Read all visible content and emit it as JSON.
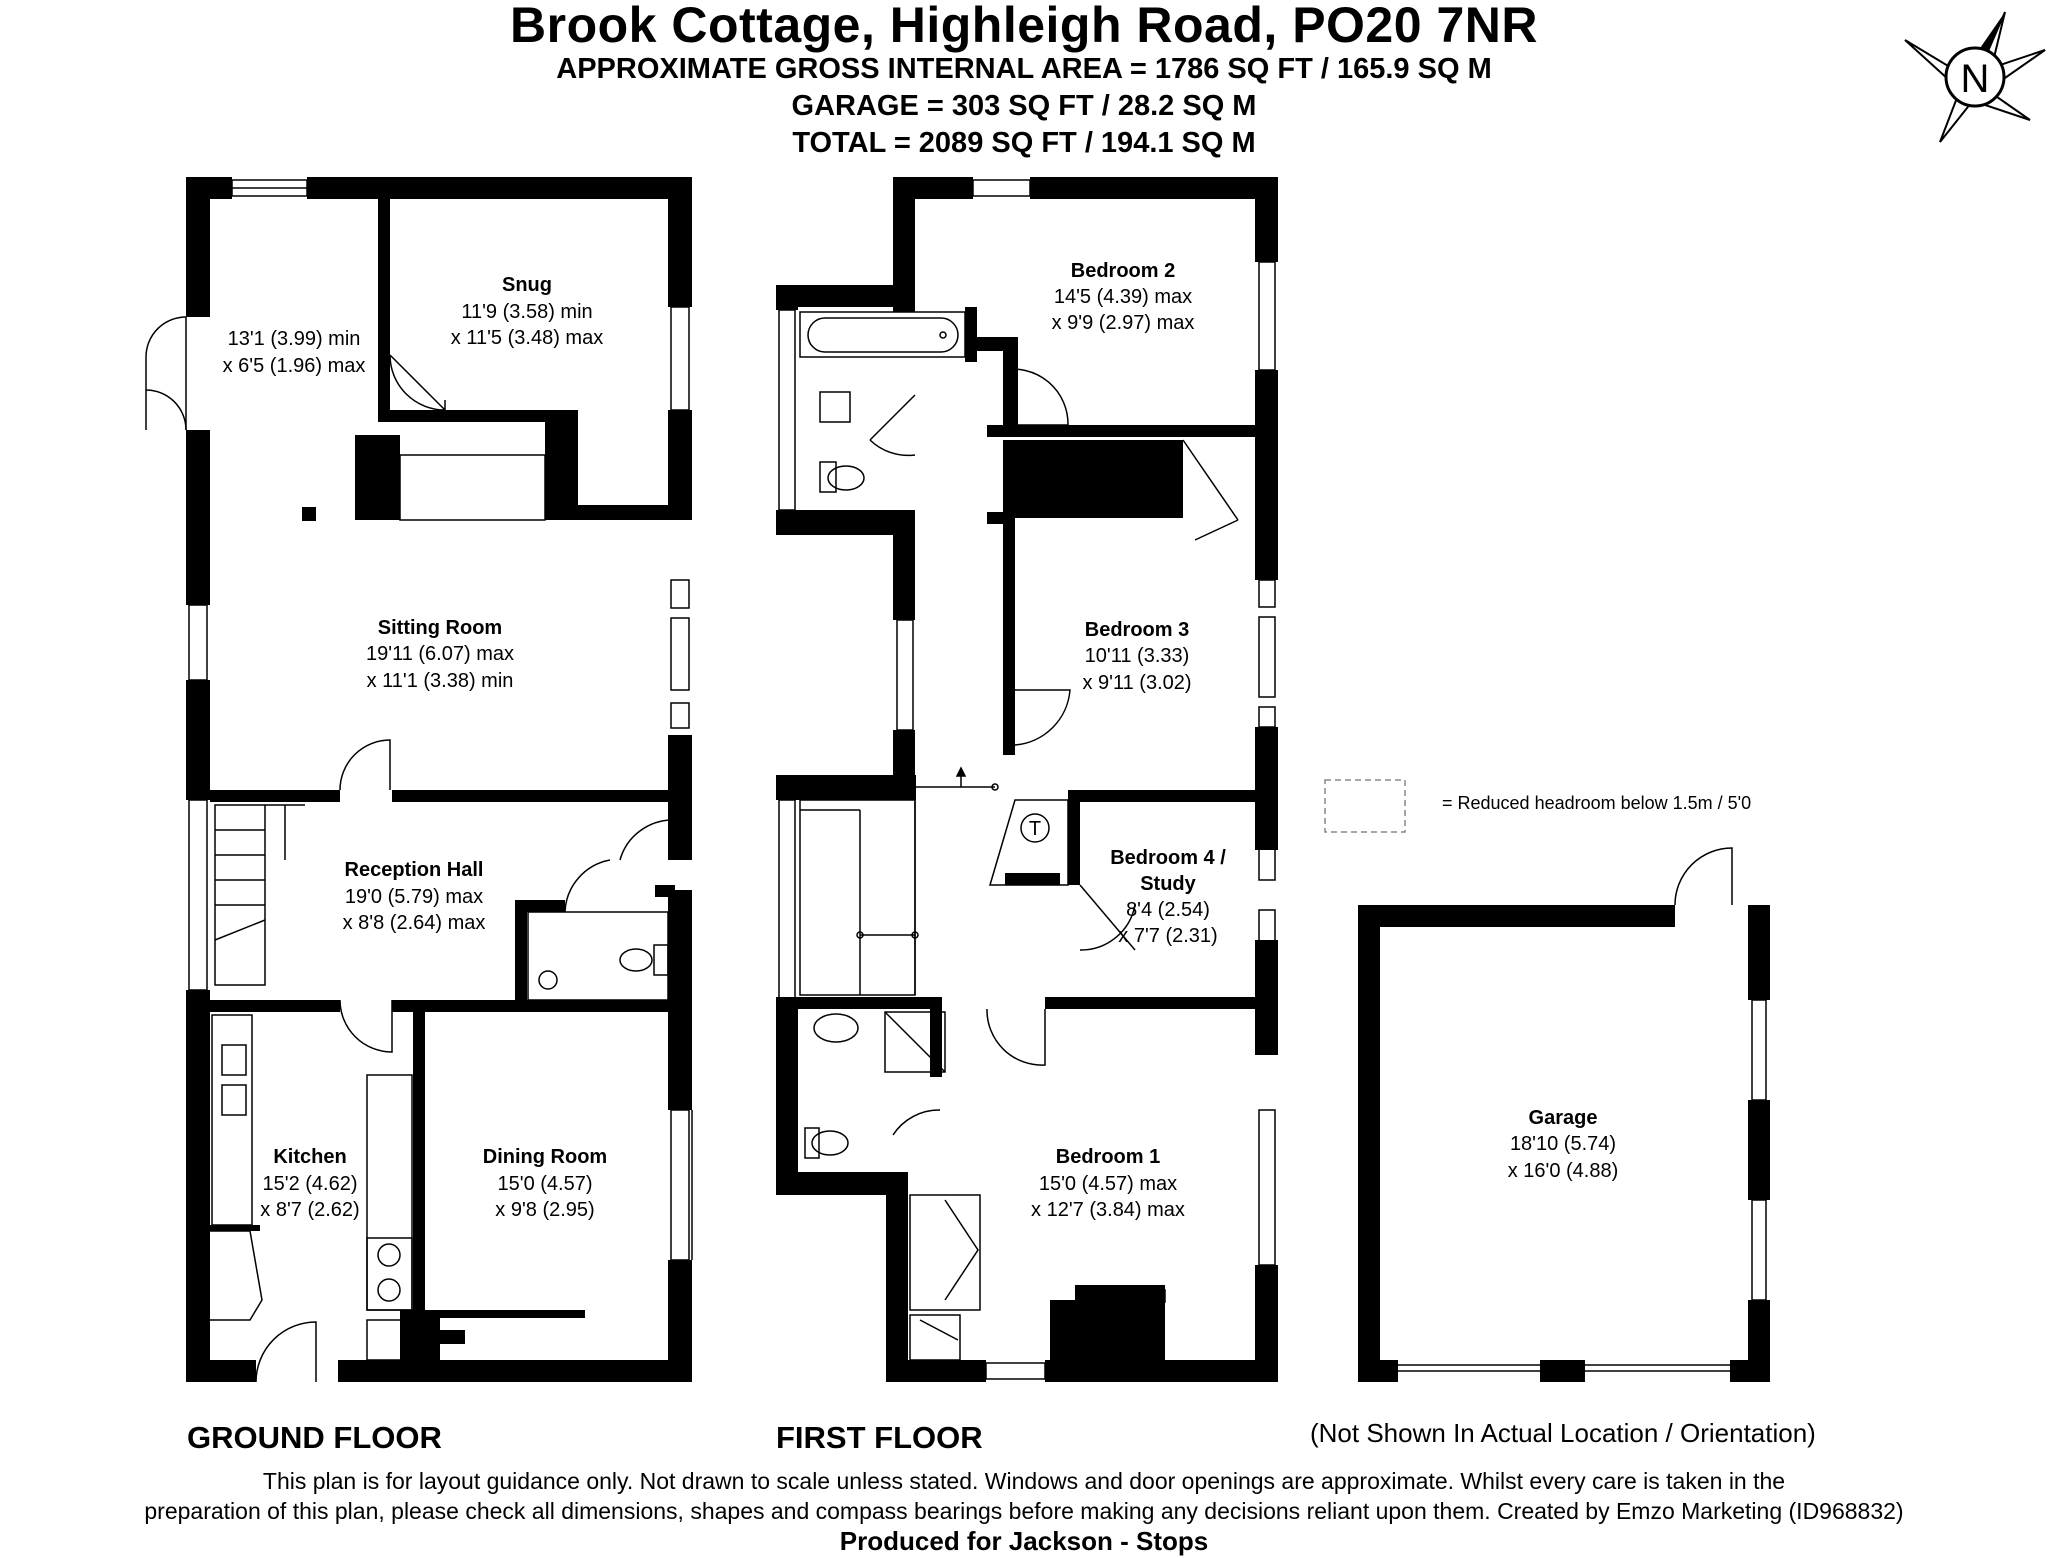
{
  "header": {
    "title": "Brook Cottage, Highleigh Road, PO20 7NR",
    "area_line": "APPROXIMATE GROSS INTERNAL AREA = 1786 SQ FT / 165.9 SQ M",
    "garage_line": "GARAGE = 303 SQ FT / 28.2 SQ M",
    "total_line": "TOTAL = 2089 SQ FT / 194.1 SQ M"
  },
  "compass": {
    "letter": "N"
  },
  "rooms": {
    "gf_unnamed": {
      "l1": "13'1 (3.99) min",
      "l2": "x 6'5 (1.96) max"
    },
    "snug": {
      "name": "Snug",
      "l1": "11'9 (3.58) min",
      "l2": "x 11'5 (3.48) max"
    },
    "sitting": {
      "name": "Sitting Room",
      "l1": "19'11 (6.07) max",
      "l2": "x 11'1 (3.38) min"
    },
    "reception": {
      "name": "Reception Hall",
      "l1": "19'0 (5.79) max",
      "l2": "x 8'8 (2.64) max"
    },
    "kitchen": {
      "name": "Kitchen",
      "l1": "15'2 (4.62)",
      "l2": "x 8'7 (2.62)"
    },
    "dining": {
      "name": "Dining Room",
      "l1": "15'0 (4.57)",
      "l2": "x 9'8 (2.95)"
    },
    "bed2": {
      "name": "Bedroom 2",
      "l1": "14'5 (4.39) max",
      "l2": "x 9'9 (2.97) max"
    },
    "bed3": {
      "name": "Bedroom 3",
      "l1": "10'11 (3.33)",
      "l2": "x 9'11 (3.02)"
    },
    "bed4": {
      "name1": "Bedroom 4 /",
      "name2": "Study",
      "l1": "8'4 (2.54)",
      "l2": "x 7'7 (2.31)"
    },
    "bed1": {
      "name": "Bedroom 1",
      "l1": "15'0 (4.57) max",
      "l2": "x 12'7 (3.84) max"
    },
    "garage": {
      "name": "Garage",
      "l1": "18'10 (5.74)",
      "l2": "x 16'0 (4.88)"
    }
  },
  "tank_symbol": "T",
  "legend": {
    "text": "= Reduced headroom below 1.5m / 5'0"
  },
  "floors": {
    "ground": "GROUND FLOOR",
    "first": "FIRST FLOOR"
  },
  "note": "(Not Shown In Actual Location / Orientation)",
  "disclaimer": {
    "line1": "This plan is for layout guidance only. Not drawn to scale unless stated. Windows and door openings are approximate. Whilst every care is taken in the",
    "line2": "preparation of this plan, please check all dimensions, shapes and compass bearings before making any decisions reliant upon them. Created by Emzo Marketing (ID968832)",
    "produced": "Produced for Jackson - Stops"
  }
}
